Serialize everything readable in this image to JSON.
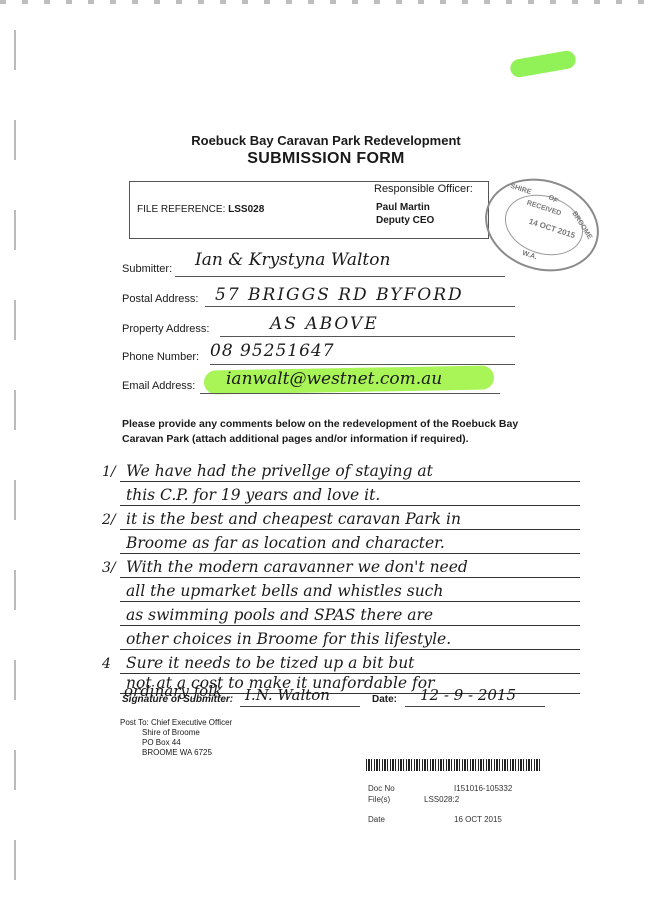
{
  "header": {
    "title": "Roebuck Bay Caravan Park Redevelopment",
    "subtitle": "SUBMISSION FORM"
  },
  "reference_box": {
    "file_reference_label": "FILE REFERENCE:",
    "file_reference_value": "LSS028",
    "responsible_officer_label": "Responsible Officer:",
    "officer_name": "Paul Martin",
    "officer_title": "Deputy CEO"
  },
  "stamp": {
    "line1": "SHIRE",
    "line2": "OF",
    "line3": "BROOME",
    "received": "RECEIVED",
    "date": "14 OCT 2015",
    "state": "W.A."
  },
  "fields": {
    "submitter_label": "Submitter:",
    "submitter_value": "Ian & Krystyna Walton",
    "postal_label": "Postal Address:",
    "postal_value": "57 BRIGGS RD   BYFORD",
    "property_label": "Property Address:",
    "property_value": "AS ABOVE",
    "phone_label": "Phone Number:",
    "phone_value": "08 95251647",
    "email_label": "Email Address:",
    "email_value": "ianwalt@westnet.com.au"
  },
  "prompt": "Please provide any comments below on the redevelopment of the Roebuck Bay Caravan Park (attach additional pages and/or information if required).",
  "comments": [
    {
      "num": "1/",
      "text": "We have had the privellge of staying at"
    },
    {
      "num": "",
      "text": "this C.P. for 19 years and love it."
    },
    {
      "num": "2/",
      "text": "it is the best and cheapest caravan Park in"
    },
    {
      "num": "",
      "text": "Broome as far as location and character."
    },
    {
      "num": "3/",
      "text": "With the modern caravanner we don't need"
    },
    {
      "num": "",
      "text": "all the upmarket bells and whistles such"
    },
    {
      "num": "",
      "text": "as swimming pools and SPAS there are"
    },
    {
      "num": "",
      "text": "other choices in Broome for this lifestyle."
    },
    {
      "num": "4",
      "text": "Sure it needs to be tized up a bit but"
    },
    {
      "num": "",
      "text": "not at a cost to make it unafordable for"
    },
    {
      "num": "",
      "text": "ordinary folk"
    }
  ],
  "signature": {
    "label": "Signature of Submitter:",
    "value": "I.N. Walton",
    "date_label": "Date:",
    "date_value": "12 - 9 - 2015"
  },
  "post_to": {
    "line1": "Post To: Chief Executive Officer",
    "line2": "Shire of Broome",
    "line3": "PO Box 44",
    "line4": "BROOME  WA  6725"
  },
  "records": {
    "doc_no_label": "Doc No",
    "doc_no_value": "I151016-105332",
    "files_label": "File(s)",
    "files_value": "LSS028:2",
    "date_label": "Date",
    "date_value": "16 OCT 2015"
  }
}
